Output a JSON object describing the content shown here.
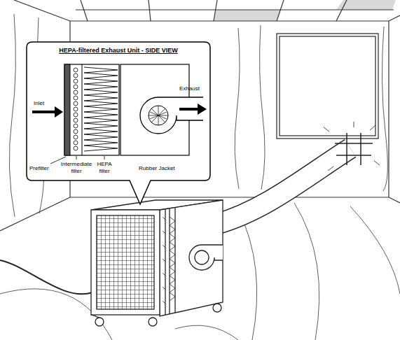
{
  "diagram": {
    "nodes": [
      {
        "text": [
          "HEPA-filtered Exhaust Unit - SIDE VIEW"
        ]
      }
    ],
    "labels": [
      "Inlet",
      "Exhaust",
      "Prefilter",
      "Intermediate filter",
      "HEPA filter",
      "Rubber Jacket"
    ]
  }
}
